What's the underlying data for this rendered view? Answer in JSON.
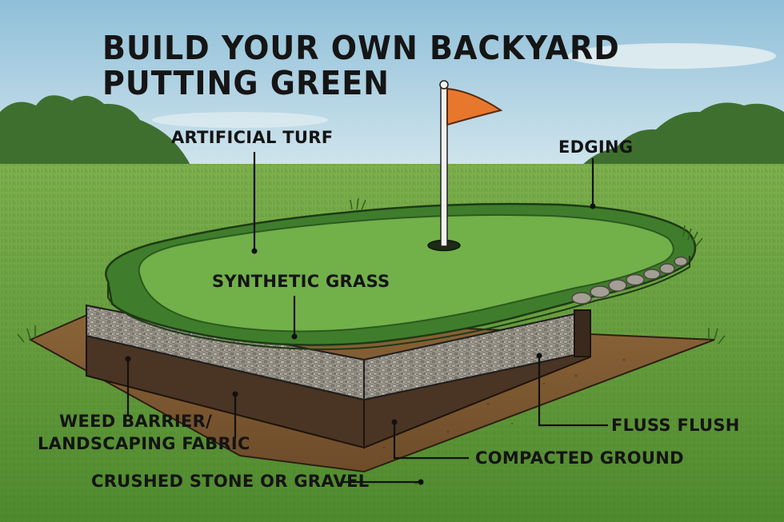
{
  "title": {
    "line1": "BUILD YOUR OWN BACKYARD",
    "line2": "PUTTING GREEN"
  },
  "labels": {
    "artificial_turf": "ARTIFICIAL TURF",
    "edging": "EDGING",
    "synthetic_grass": "SYNTHETIC GRASS",
    "weed_barrier_line1": "WEED BARRIER/",
    "weed_barrier_line2": "LANDSCAPING FABRIC",
    "fluss_flush": "FLUSS FLUSH",
    "compacted_ground": "COMPACTED GROUND",
    "crushed_stone": "CRUSHED STONE OR GRAVEL"
  },
  "icons": {
    "flag": "flag-icon",
    "cup": "golf-hole-icon"
  },
  "colors": {
    "sky": "#a9cfe3",
    "lawn": "#5f9a3a",
    "putting_surface": "#6fae45",
    "fringe": "#3f7d2c",
    "gravel": "#8c877b",
    "soil": "#6b4a2c",
    "flag": "#e8772e",
    "text": "#141414"
  }
}
